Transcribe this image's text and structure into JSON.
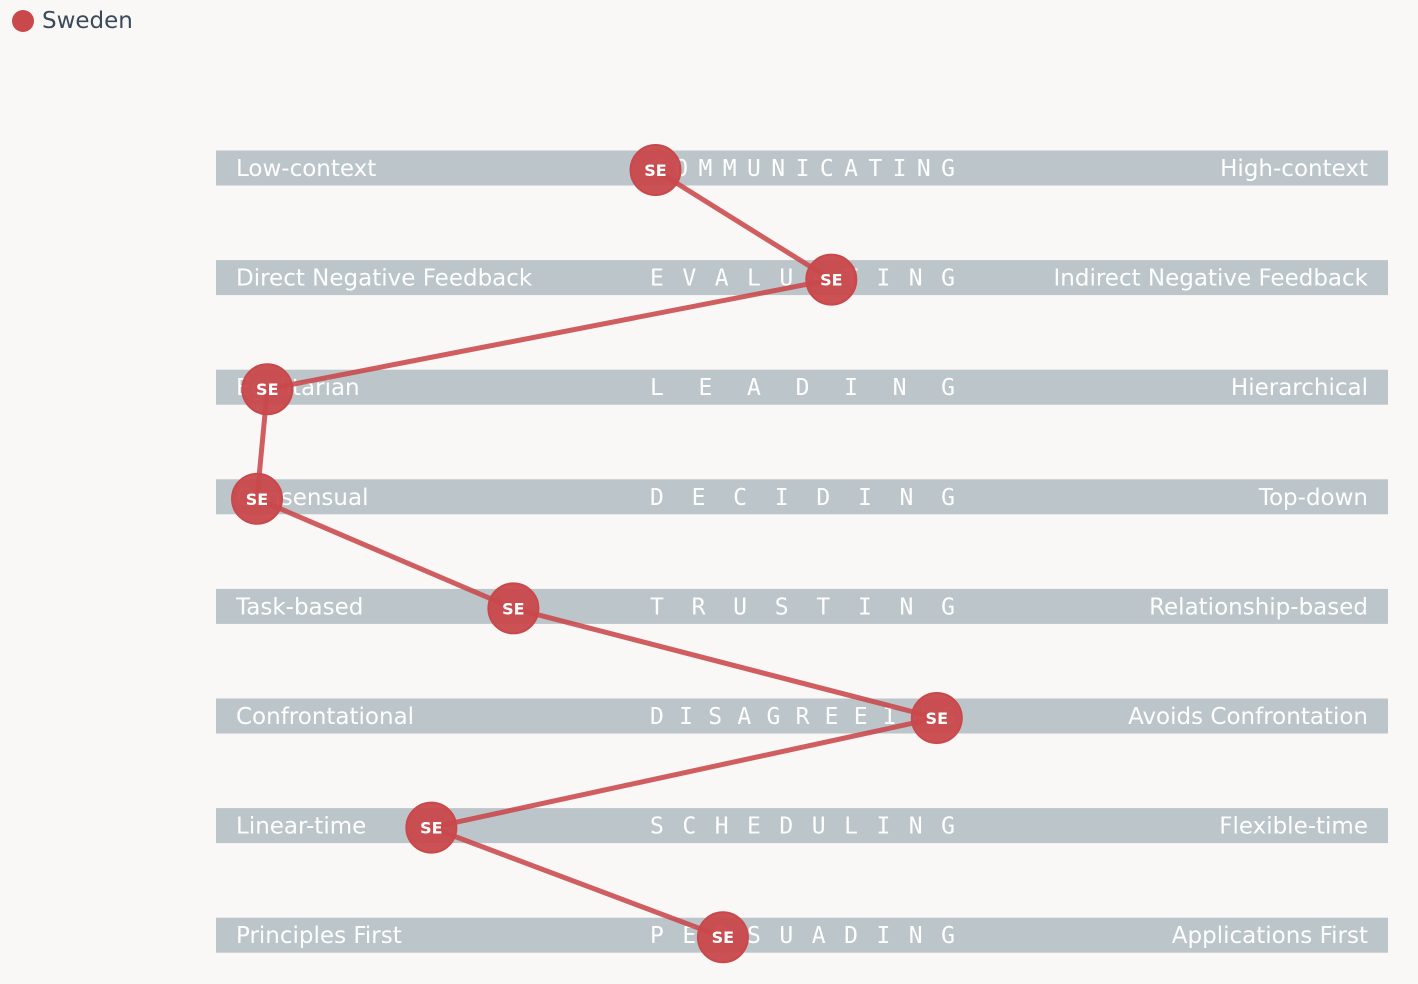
{
  "legend": {
    "label": "Sweden",
    "color": "#c9484b"
  },
  "chart_data": {
    "type": "line",
    "x_range": [
      1,
      9
    ],
    "marker_label": "SE",
    "color": "#c9484b",
    "scales": [
      {
        "name": "COMMUNICATING",
        "left": "Low-context",
        "right": "High-context",
        "value": 4.0
      },
      {
        "name": "EVALUATING",
        "left": "Direct Negative Feedback",
        "right": "Indirect Negative Feedback",
        "value": 5.2
      },
      {
        "name": "LEADING",
        "left": "Egalitarian",
        "right": "Hierarchical",
        "value": 1.35
      },
      {
        "name": "DECIDING",
        "left": "Consensual",
        "right": "Top-down",
        "value": 1.28
      },
      {
        "name": "TRUSTING",
        "left": "Task-based",
        "right": "Relationship-based",
        "value": 3.03
      },
      {
        "name": "DISAGREEING",
        "left": "Confrontational",
        "right": "Avoids Confrontation",
        "value": 5.92
      },
      {
        "name": "SCHEDULING",
        "left": "Linear-time",
        "right": "Flexible-time",
        "value": 2.47
      },
      {
        "name": "PERSUADING",
        "left": "Principles First",
        "right": "Applications First",
        "value": 4.46
      }
    ]
  }
}
